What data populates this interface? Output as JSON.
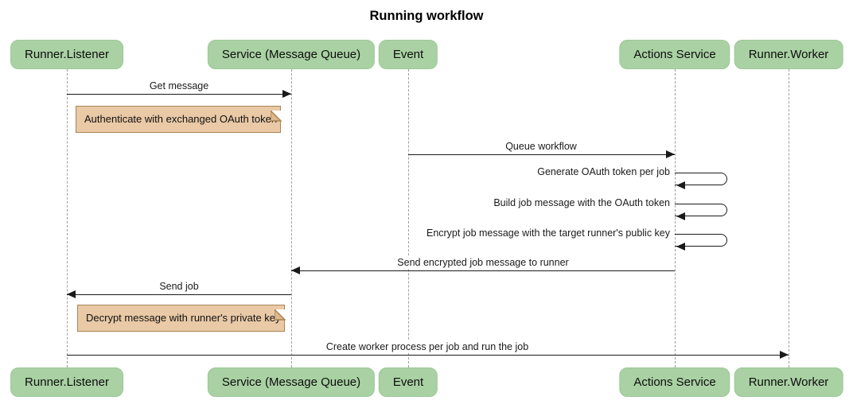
{
  "diagram": {
    "title": "Running workflow",
    "participants": [
      {
        "label": "Runner.Listener"
      },
      {
        "label": "Service (Message Queue)"
      },
      {
        "label": "Event"
      },
      {
        "label": "Actions Service"
      },
      {
        "label": "Runner.Worker"
      }
    ],
    "messages": [
      {
        "label": "Get message",
        "from": "Runner.Listener",
        "to": "Service (Message Queue)",
        "type": "solid-arrow"
      },
      {
        "label": "Queue workflow",
        "from": "Event",
        "to": "Actions Service",
        "type": "solid-arrow"
      },
      {
        "label": "Generate OAuth token per job",
        "from": "Actions Service",
        "to": "Actions Service",
        "type": "self"
      },
      {
        "label": "Build job message with the OAuth token",
        "from": "Actions Service",
        "to": "Actions Service",
        "type": "self"
      },
      {
        "label": "Encrypt job message with the target runner's public key",
        "from": "Actions Service",
        "to": "Actions Service",
        "type": "self"
      },
      {
        "label": "Send encrypted job message to runner",
        "from": "Actions Service",
        "to": "Service (Message Queue)",
        "type": "solid-arrow"
      },
      {
        "label": "Send job",
        "from": "Service (Message Queue)",
        "to": "Runner.Listener",
        "type": "solid-arrow"
      },
      {
        "label": "Create worker process per job and run the job",
        "from": "Runner.Listener",
        "to": "Runner.Worker",
        "type": "solid-arrow"
      }
    ],
    "notes": [
      {
        "label": "Authenticate with exchanged OAuth token",
        "over": "Runner.Listener"
      },
      {
        "label": "Decrypt message with runner's private key",
        "over": "Runner.Listener"
      }
    ],
    "colors": {
      "background": "#ffffff",
      "participant_fill": "#a9d1a3",
      "participant_border": "#9cc897",
      "note_fill": "#e9c9a6",
      "note_border": "#aa8453",
      "note_fold_fill": "#ddb88d",
      "line": "#1a1a1a",
      "lifeline": "#9e9e9e"
    }
  }
}
